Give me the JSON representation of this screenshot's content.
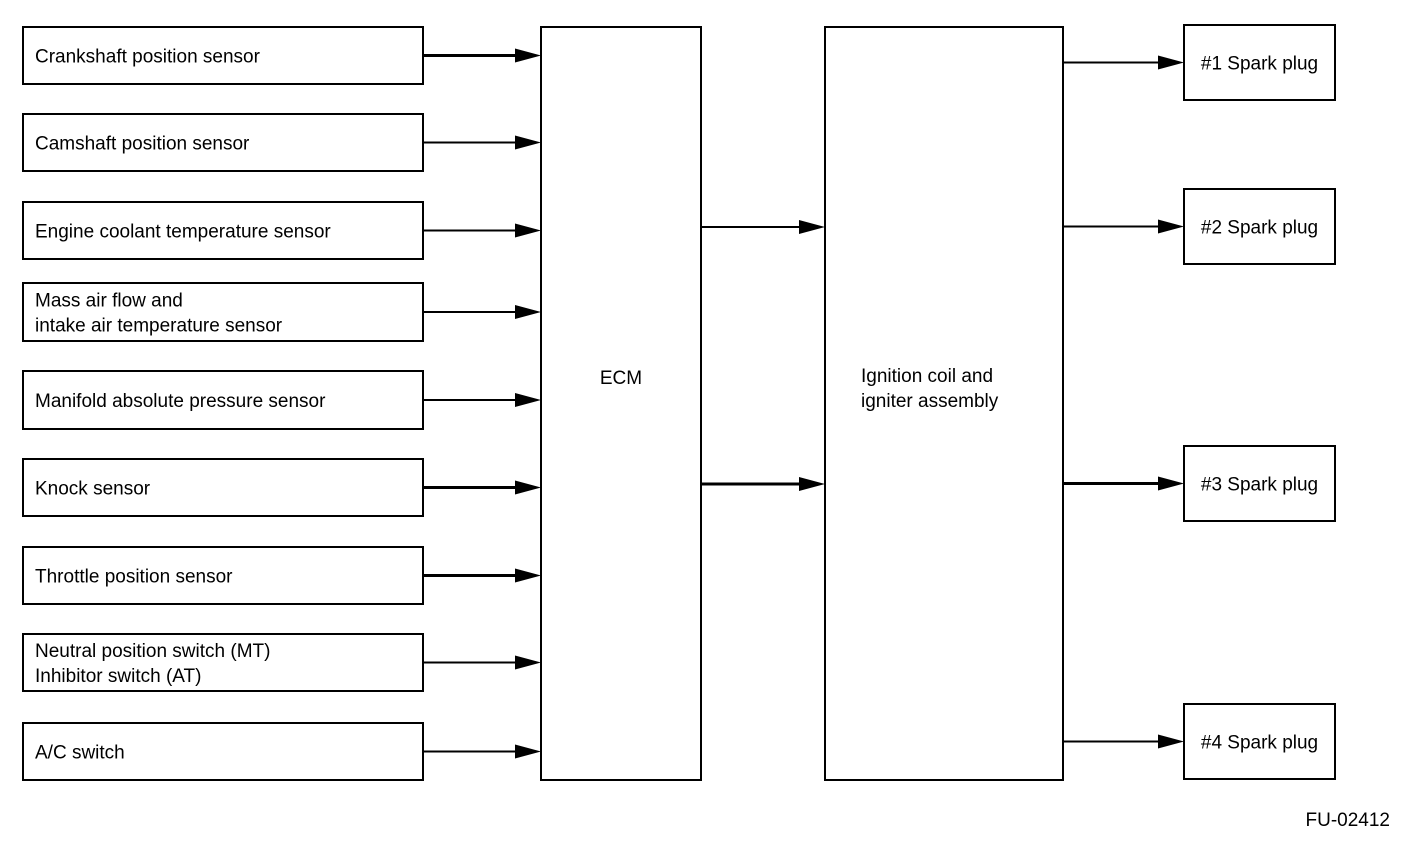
{
  "diagram": {
    "inputs": [
      {
        "lines": [
          "Crankshaft position sensor"
        ]
      },
      {
        "lines": [
          "Camshaft position sensor"
        ]
      },
      {
        "lines": [
          "Engine coolant temperature sensor"
        ]
      },
      {
        "lines": [
          "Mass air flow and",
          "intake air temperature sensor"
        ]
      },
      {
        "lines": [
          "Manifold absolute pressure sensor"
        ]
      },
      {
        "lines": [
          "Knock sensor"
        ]
      },
      {
        "lines": [
          "Throttle position sensor"
        ]
      },
      {
        "lines": [
          "Neutral position switch (MT)",
          "Inhibitor switch (AT)"
        ]
      },
      {
        "lines": [
          "A/C switch"
        ]
      }
    ],
    "ecm": {
      "lines": [
        "ECM"
      ]
    },
    "ignition": {
      "lines": [
        "Ignition coil and",
        "igniter assembly"
      ]
    },
    "outputs": [
      {
        "lines": [
          "#1 Spark plug"
        ]
      },
      {
        "lines": [
          "#2 Spark plug"
        ]
      },
      {
        "lines": [
          "#3 Spark plug"
        ]
      },
      {
        "lines": [
          "#4 Spark plug"
        ]
      }
    ],
    "figure_code": "FU-02412"
  }
}
